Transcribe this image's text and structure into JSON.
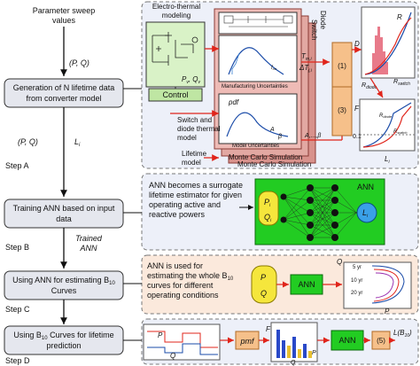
{
  "left_column": {
    "param_sweep": [
      "Parameter sweep",
      "values"
    ],
    "pq_top": "(P, Q)",
    "gen_box": [
      "Generation of N lifetime data",
      "from converter model"
    ],
    "pq_li": "(P, Q)",
    "li": "L",
    "li_sub": "i",
    "step_a": "Step A",
    "train_box": [
      "Training ANN based on input",
      "data"
    ],
    "trained_ann": [
      "Trained",
      "ANN"
    ],
    "step_b": "Step B",
    "b10_box": [
      "Using ANN for estimating B",
      "Curves"
    ],
    "b10_sub": "10",
    "step_c": "Step C",
    "life_box": [
      "Using B",
      " Curves for lifetime",
      "prediction"
    ],
    "step_d": "Step D"
  },
  "step_a_panel": {
    "electro_thermal": [
      "Electro-thermal",
      "modeling"
    ],
    "switch_label": "Switch",
    "diode_label": "Diode",
    "pv_label": "P",
    "qv_label": "Q",
    "control": "Control",
    "manuf_unc": "Manufacturing Uncertainties",
    "model_unc": "Model Uncertainties",
    "switch_diode_thermal": [
      "Switch and",
      "diode thermal",
      "model"
    ],
    "lifetime_model": [
      "Lifetime",
      "model"
    ],
    "mc_sim": "Monte Carlo Simulation",
    "pdf": "pdf",
    "tm": "T",
    "dtj": "ΔT",
    "a_beta": "A,...,β",
    "block1": "(1)",
    "block3": "(3)",
    "d_label": "D",
    "r_label": "R",
    "rdiode": "R",
    "rswitch": "R",
    "sub_diode": "diode",
    "sub_switch": "switch",
    "chart_f": "F",
    "chart_li": "L",
    "tick_01": "0.1",
    "r_mid": "R",
    "r_mid_sub": "diode",
    "r_mid2": "R",
    "r_mid2_sub": "switch",
    "alpha": "A",
    "beta": "β",
    "fon": "f"
  },
  "step_b_panel": {
    "desc": [
      "ANN becomes a surrogate",
      "lifetime estimator for given",
      "operating active and",
      "reactive powers"
    ],
    "ann_title": "ANN",
    "p_in": "P",
    "q_in": "Q",
    "li_out": "L"
  },
  "step_c_panel": {
    "desc": [
      "ANN is used for",
      "estimating the whole B",
      "curves for different",
      "operating conditions"
    ],
    "p": "P",
    "q": "Q",
    "ann": "ANN",
    "q_axis": "Q",
    "p_axis": "P",
    "yr5": "5 yr",
    "yr10": "10 yr",
    "yr20": "20 yr"
  },
  "step_d_panel": {
    "p": "P",
    "q": "Q",
    "pmf": "pmf",
    "f": "F",
    "pp": "P",
    "qq": "Q",
    "ann": "ANN",
    "block5": "(5)",
    "out": "L(B",
    "out_sub": "10",
    "out_end": ")"
  },
  "colors": {
    "step_a_bg": "#edf0f9",
    "step_b_bg": "#edf0f9",
    "step_c_bg": "#fbe9dc",
    "step_d_bg": "#edf0f9",
    "ann_green": "#22cc22",
    "orange_block": "#f6c08a",
    "pink_block": "#e6b0ac"
  }
}
